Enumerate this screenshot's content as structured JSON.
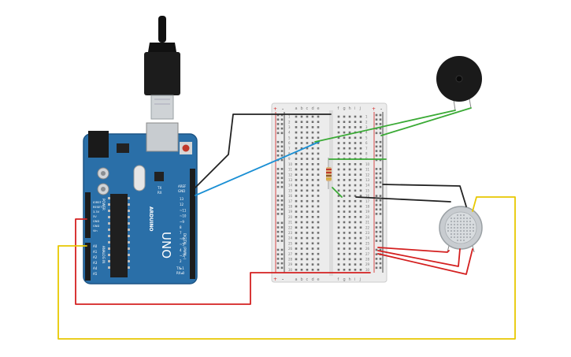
{
  "arduino": {
    "brand": "ARDUINO",
    "model": "UNO",
    "labels": {
      "aref": "AREF",
      "gnd": "GND",
      "tx": "TX",
      "rx": "RX",
      "power": "POWER",
      "analog_in": "ANALOG IN",
      "digital": "DIGITAL (PWM~)",
      "tx_pin": "TX▸1",
      "rx_pin": "RX◂0"
    },
    "digital_pins": [
      "13",
      "12",
      "~11",
      "~10",
      "~9",
      "8",
      "7",
      "~6",
      "~5",
      "4",
      "~3",
      "2"
    ],
    "power_pins": [
      "IOREF",
      "RESET",
      "3.3V",
      "5V",
      "GND",
      "GND",
      "Vin"
    ],
    "analog_pins": [
      "A0",
      "A1",
      "A2",
      "A3",
      "A4",
      "A5"
    ]
  },
  "breadboard": {
    "columns_left": [
      "a",
      "b",
      "c",
      "d",
      "e"
    ],
    "columns_right": [
      "f",
      "g",
      "h",
      "i",
      "j"
    ],
    "rows": [
      "1",
      "2",
      "3",
      "4",
      "5",
      "6",
      "7",
      "8",
      "9",
      "10",
      "11",
      "12",
      "13",
      "14",
      "15",
      "16",
      "17",
      "18",
      "19",
      "20",
      "21",
      "22",
      "23",
      "24",
      "25",
      "26",
      "27",
      "28",
      "29",
      "30"
    ],
    "rail_plus": "+",
    "rail_minus": "-"
  },
  "colors": {
    "board": "#2a6fa8",
    "wire_black": "#222222",
    "wire_red": "#d42020",
    "wire_green": "#3aaa35",
    "wire_blue": "#1a8fd4",
    "wire_yellow": "#e8c800"
  }
}
